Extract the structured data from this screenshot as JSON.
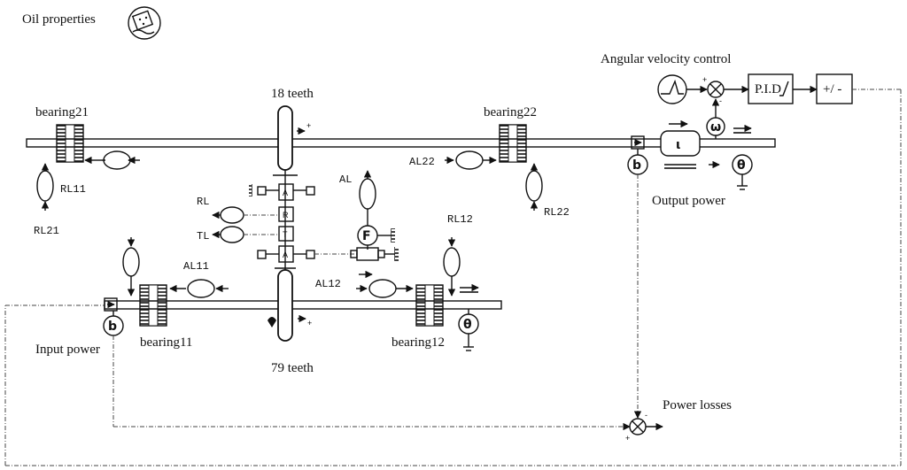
{
  "labels": {
    "oil_properties": "Oil  properties",
    "angular_velocity_control": "Angular velocity control",
    "pid": "P.I.D",
    "sign": "+/ -",
    "gear_top_teeth": "18 teeth",
    "gear_bottom_teeth": "79 teeth",
    "bearing21": "bearing21",
    "bearing22": "bearing22",
    "bearing11": "bearing11",
    "bearing12": "bearing12",
    "output_power": "Output power",
    "input_power": "Input power",
    "power_losses": "Power losses",
    "al22": "AL22",
    "rl11": "RL11",
    "rl21": "RL21",
    "rl22": "RL22",
    "rl12": "RL12",
    "al": "AL",
    "rl": "RL",
    "tl": "TL",
    "al11": "AL11",
    "al12": "AL12",
    "mesh_a_top": "A",
    "mesh_r": "R",
    "mesh_t": "T",
    "mesh_a_bottom": "A",
    "force_symbol": "F",
    "omega_symbol": "ω",
    "theta_symbol_out": "θ",
    "theta_symbol_in": "θ",
    "inertia_symbol": "ι"
  }
}
